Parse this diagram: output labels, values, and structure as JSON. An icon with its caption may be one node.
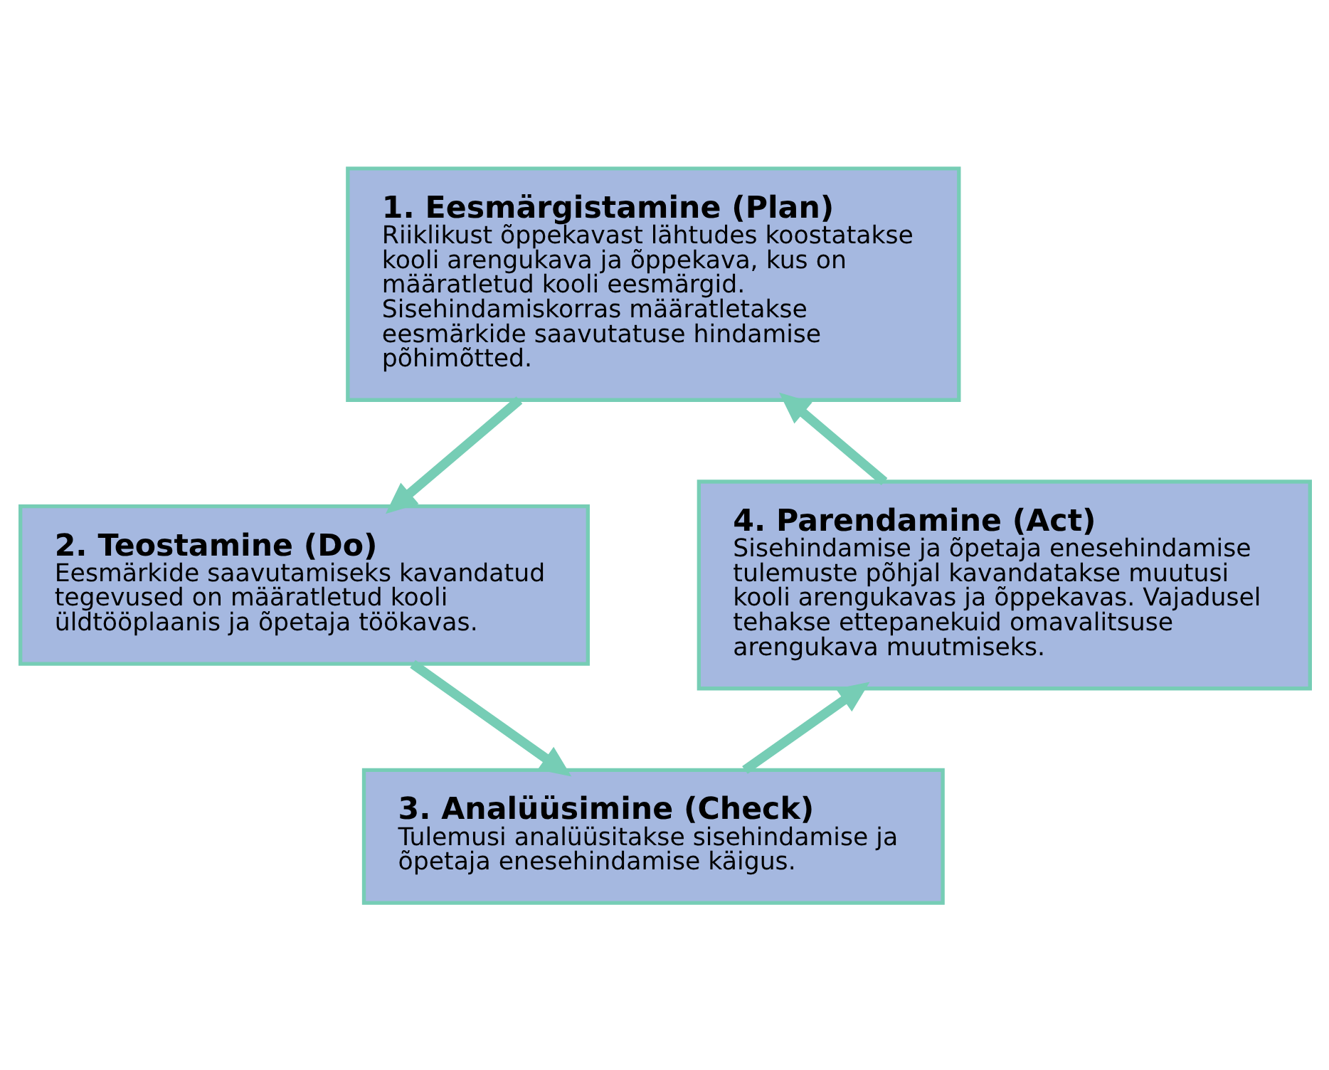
{
  "diagram": {
    "nodes": [
      {
        "text": [
          "1. Eesmärgistamine (Plan)",
          "Riiklikust õppekavast lähtudes koostatakse kooli arengukava ja õppekava, kus on määratletud kooli eesmärgid. Sisehindamiskorras määratletakse eesmärkide saavutatuse hindamise põhimõtted."
        ]
      },
      {
        "text": [
          "2. Teostamine (Do)",
          "Eesmärkide saavutamiseks kavandatud tegevused on määratletud kooli üldtööplaanis ja õpetaja töökavas."
        ]
      },
      {
        "text": [
          "3. Analüüsimine (Check)",
          "Tulemusi analüüsitakse sisehindamise ja õpetaja enesehindamise käigus."
        ]
      },
      {
        "text": [
          "4. Parendamine (Act)",
          "Sisehindamise ja õpetaja enesehindamise tulemuste põhjal kavandatakse muutusi kooli arengukavas ja õppekavas. Vajadusel tehakse ettepanekuid omavalitsuse arengukava muutmiseks."
        ]
      }
    ],
    "edges": [
      {
        "from": 0,
        "to": 1,
        "arrow": "to"
      },
      {
        "from": 1,
        "to": 2,
        "arrow": "to"
      },
      {
        "from": 2,
        "to": 3,
        "arrow": "to"
      },
      {
        "from": 3,
        "to": 0,
        "arrow": "to"
      }
    ]
  }
}
